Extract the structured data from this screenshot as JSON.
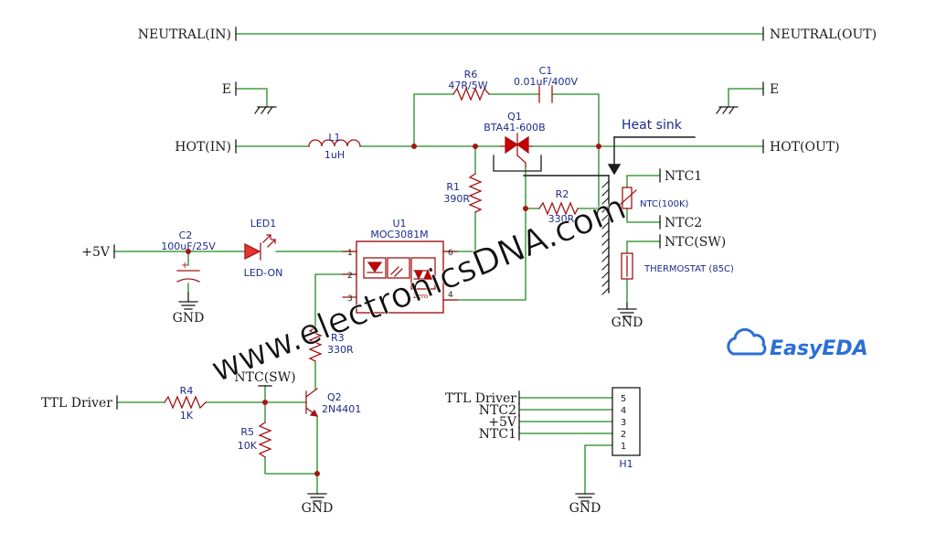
{
  "ports": {
    "neutral_in": "NEUTRAL(IN)",
    "neutral_out": "NEUTRAL(OUT)",
    "earth_left": "E",
    "earth_right": "E",
    "hot_in": "HOT(IN)",
    "hot_out": "HOT(OUT)",
    "plus5v": "+5V",
    "ttl_driver": "TTL Driver",
    "ntc1": "NTC1",
    "ntc2": "NTC2",
    "ntc_sw": "NTC(SW)",
    "ntc_sw_q": "NTC(SW)",
    "gnd_c2": "GND",
    "gnd_heatsink": "GND",
    "gnd_q2": "GND",
    "gnd_h1": "GND"
  },
  "components": {
    "r6_ref": "R6",
    "r6_val": "47R/5W",
    "c1_ref": "C1",
    "c1_val": "0.01uF/400V",
    "q1_ref": "Q1",
    "q1_val": "BTA41-600B",
    "heatsink": "Heat sink",
    "l1_ref": "L1",
    "l1_val": "1uH",
    "r1_ref": "R1",
    "r1_val": "390R",
    "r2_ref": "R2",
    "r2_val": "330R",
    "ntc_label": "NTC(100K)",
    "thermostat_label": "THERMOSTAT (85C)",
    "c2_ref": "C2",
    "c2_val": "100uF/25V",
    "c2_plus": "+",
    "led1_ref": "LED1",
    "led1_val": "LED-ON",
    "u1_ref": "U1",
    "u1_val": "MOC3081M",
    "u1_zero": "Zero",
    "pin1": "1",
    "pin2": "2",
    "pin3": "3",
    "pin4": "4",
    "pin6": "6",
    "r3_ref": "R3",
    "r3_val": "330R",
    "q2_ref": "Q2",
    "q2_val": "2N4401",
    "r4_ref": "R4",
    "r4_val": "1K",
    "r5_ref": "R5",
    "r5_val": "10K",
    "h1_ref": "H1"
  },
  "header": {
    "labels": [
      "TTL Driver",
      "NTC2",
      "+5V",
      "NTC1"
    ],
    "pins": [
      "5",
      "4",
      "3",
      "2",
      "1"
    ]
  },
  "watermark": "www.electronicsDNA.com",
  "logo": "EasyEDA",
  "colors": {
    "wire": "#1f8a1f",
    "part": "#a31515",
    "text": "#1a1a1a",
    "label": "#1c2b8c",
    "logo": "#2b6fd6"
  }
}
